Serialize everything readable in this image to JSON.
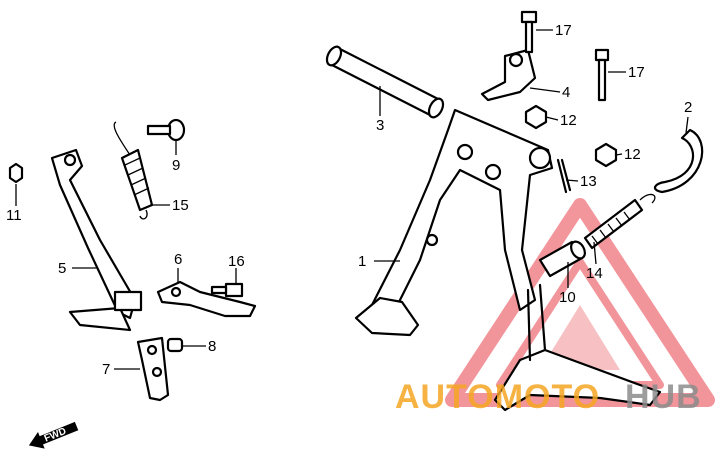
{
  "callouts": [
    {
      "id": "1",
      "text": "1"
    },
    {
      "id": "2",
      "text": "2"
    },
    {
      "id": "3",
      "text": "3"
    },
    {
      "id": "4",
      "text": "4"
    },
    {
      "id": "5",
      "text": "5"
    },
    {
      "id": "6",
      "text": "6"
    },
    {
      "id": "7",
      "text": "7"
    },
    {
      "id": "8",
      "text": "8"
    },
    {
      "id": "9",
      "text": "9"
    },
    {
      "id": "10",
      "text": "10"
    },
    {
      "id": "11",
      "text": "11"
    },
    {
      "id": "12a",
      "text": "12"
    },
    {
      "id": "12b",
      "text": "12"
    },
    {
      "id": "13",
      "text": "13"
    },
    {
      "id": "14",
      "text": "14"
    },
    {
      "id": "15",
      "text": "15"
    },
    {
      "id": "16",
      "text": "16"
    },
    {
      "id": "17a",
      "text": "17"
    },
    {
      "id": "17b",
      "text": "17"
    }
  ],
  "direction_label": "FWD",
  "watermark": {
    "word_colored": "AUTOMOTO",
    "word_gray": "HUB",
    "colors": {
      "red": "#e8404a",
      "orange": "#f5a623",
      "gray": "#8c8c8c"
    }
  }
}
